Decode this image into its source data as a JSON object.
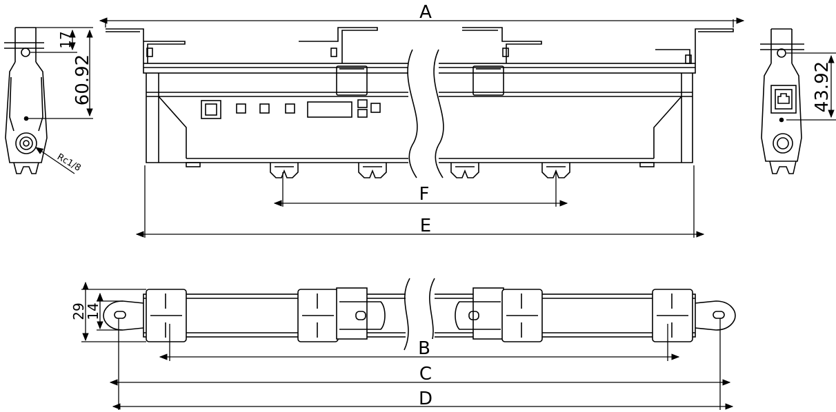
{
  "dimensions": {
    "A": "A",
    "B": "B",
    "C": "C",
    "D": "D",
    "E": "E",
    "F": "F",
    "side_left_top": "17",
    "side_left_height": "60.92",
    "side_right_height": "43.92",
    "plan_outer": "29",
    "plan_inner": "14"
  },
  "port_label": "Rc1/8",
  "colors": {
    "line": "#000000",
    "background": "#ffffff"
  }
}
